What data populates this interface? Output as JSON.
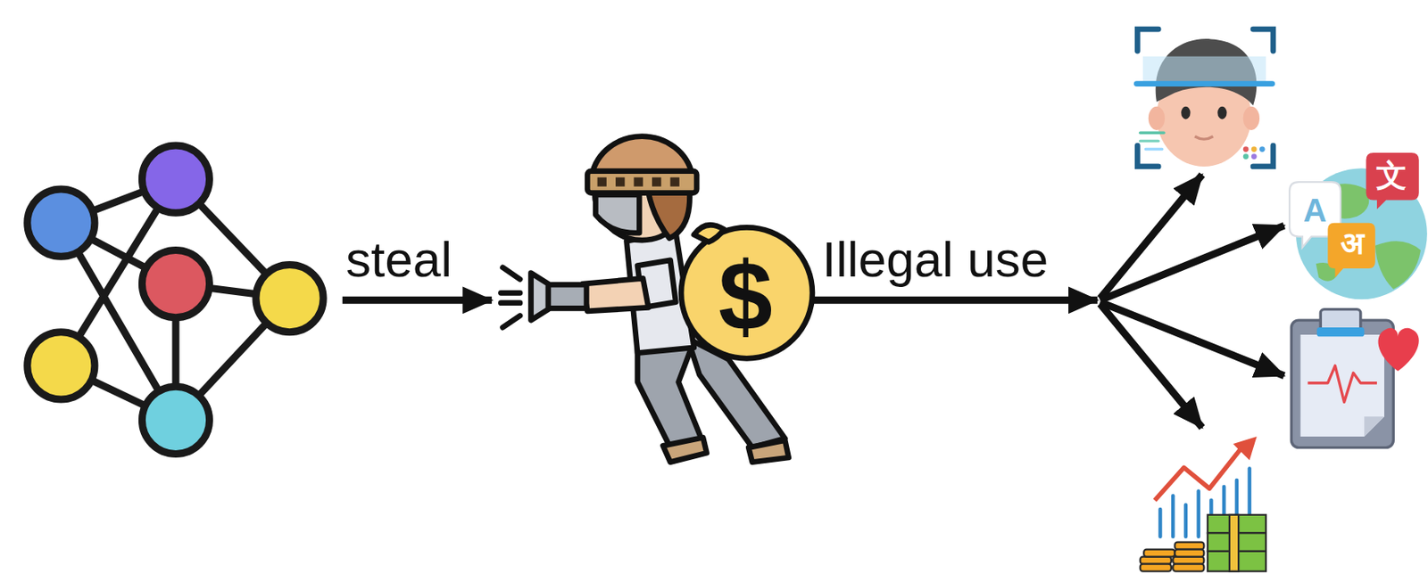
{
  "diagram": {
    "labels": [
      "steal",
      "$",
      "Illegal use",
      "A",
      "文",
      "अ"
    ]
  }
}
